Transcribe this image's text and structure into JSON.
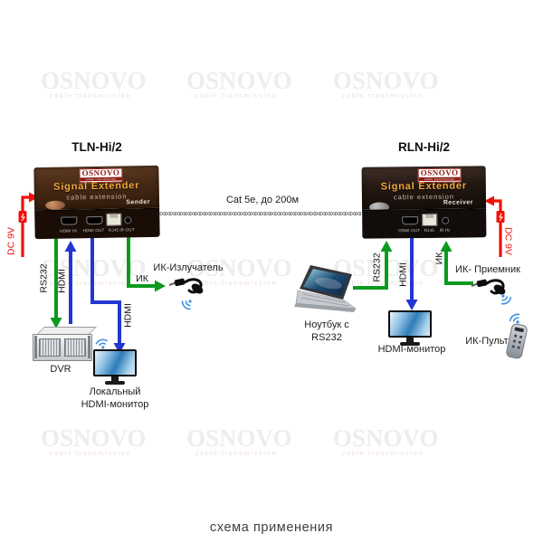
{
  "page": {
    "caption": "схема применения"
  },
  "watermark": {
    "brand": "OSNOVO",
    "subtitle": "cable transmission"
  },
  "link": {
    "cable_label": "Cat 5e, до 200м",
    "cable_glyph": "∞"
  },
  "devices": {
    "sender": {
      "model": "TLN-Hi/2",
      "logo": "OSNOVO",
      "logo_subtitle": "cable transmission",
      "product": "Signal Extender",
      "tagline": "cable extension",
      "role": "Sender",
      "power": "DC 9V",
      "ports": [
        "HDMI IN",
        "HDMI OUT",
        "RJ45",
        "IR OUT"
      ]
    },
    "receiver": {
      "model": "RLN-Hi/2",
      "logo": "OSNOVO",
      "logo_subtitle": "cable transmission",
      "product": "Signal Extender",
      "tagline": "cable extension",
      "role": "Receiver",
      "power": "DC 9V",
      "ports": [
        "HDMI OUT",
        "RJ45",
        "IR IN"
      ]
    }
  },
  "sender_side": {
    "rs232_label": "RS232",
    "hdmi_in_label": "HDMI",
    "hdmi_out_label": "HDMI",
    "ir_label": "ИК",
    "ir_emitter_label": "ИК-Излучатель",
    "dvr_label": "DVR",
    "local_monitor_line1": "Локальный",
    "local_monitor_line2": "HDMI-монитор"
  },
  "receiver_side": {
    "rs232_label": "RS232",
    "hdmi_label": "HDMI",
    "ir_label": "ИК",
    "ir_receiver_label": "ИК- Приемник",
    "laptop_line1": "Ноутбук с",
    "laptop_line2": "RS232",
    "monitor_label": "HDMI-монитор",
    "remote_label": "ИК-Пульт"
  },
  "colors": {
    "signal_green": "#0b9a1e",
    "hdmi_blue": "#2335d2",
    "power_red": "#ee1209",
    "device_gold": "#f2a93c",
    "logo_red": "#8e1a12"
  }
}
